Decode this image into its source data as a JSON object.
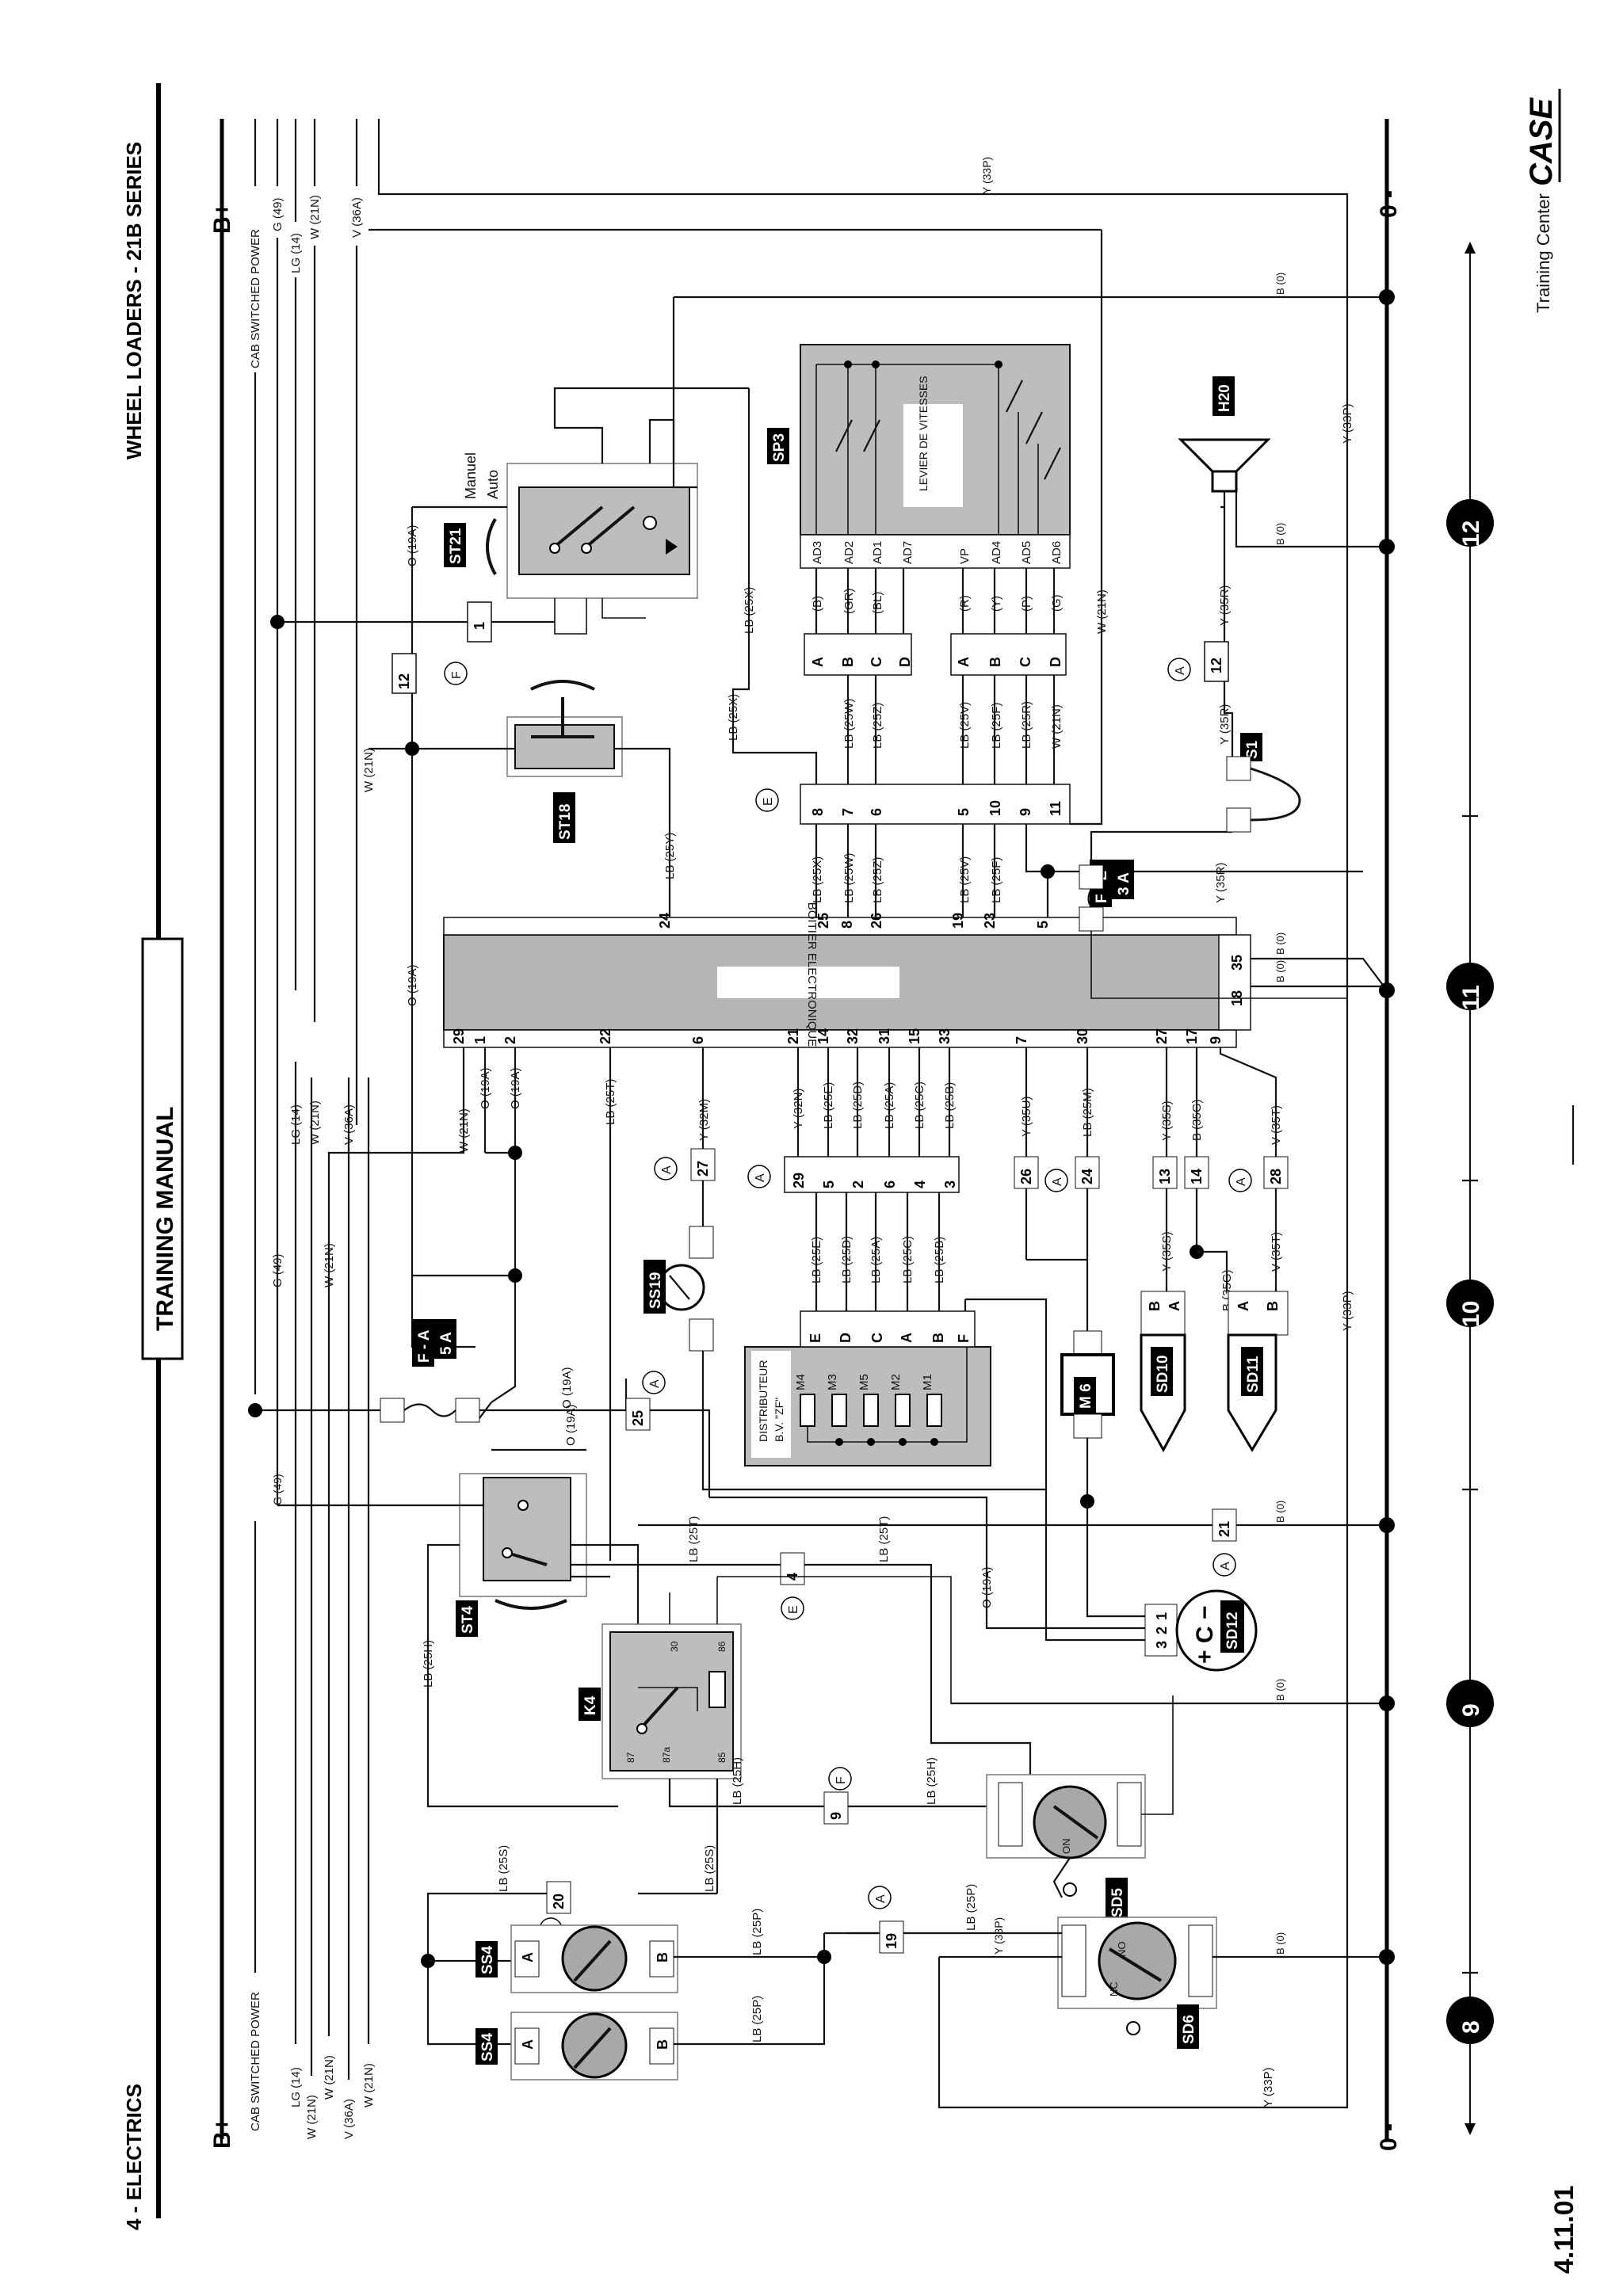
{
  "header": {
    "left": "4 - ELECTRICS",
    "center": "TRAINING MANUAL",
    "right": "WHEEL LOADERS - 21B SERIES"
  },
  "footer": {
    "page_number": "4.11.01",
    "brand_prefix": "Training Center",
    "brand": "CASE"
  },
  "rails": {
    "power": "B+",
    "ground": "0 -",
    "left_wires": [
      "CAB SWITCHED POWER",
      "LG (14)",
      "W (21N)",
      "W (21N)",
      "V (36A)",
      "W (21N)"
    ],
    "right_wires": [
      "CAB SWITCHED POWER",
      "G (49)",
      "LG (14)",
      "W (21N)",
      "V (36A)"
    ],
    "top_wire": "Y (33P)"
  },
  "zones": [
    "8",
    "9",
    "10",
    "11",
    "12"
  ],
  "ecu": {
    "label": "BOITIER ELECTRONIQUE",
    "pins_top": [
      "24",
      "25",
      "8",
      "26",
      "19",
      "23",
      "5"
    ],
    "pins_bottom": [
      "29",
      "1",
      "2",
      "22",
      "6",
      "21",
      "14",
      "32",
      "31",
      "15",
      "33",
      "7",
      "30",
      "27",
      "17",
      "9"
    ],
    "pins_right": [
      "35",
      "18"
    ],
    "ground_labels": [
      "B (0)",
      "B (0)"
    ]
  },
  "components": {
    "sp3": {
      "tag": "SP3",
      "label": "LEVIER DE VITESSES",
      "pins": [
        "AD3",
        "AD2",
        "AD1",
        "AD7",
        "VP",
        "AD4",
        "AD5",
        "AD6"
      ],
      "wires": [
        "(B)",
        "(GR)",
        "(BL)",
        "(R)",
        "(Y)",
        "(P)",
        "(G)"
      ]
    },
    "st21": {
      "tag": "ST21",
      "manuel": "Manuel",
      "auto": "Auto"
    },
    "st18": {
      "tag": "ST18"
    },
    "h20": {
      "tag": "H20"
    },
    "s1": {
      "tag": "S1"
    },
    "fuse_e": {
      "tag": "F - E",
      "amp": "3 A"
    },
    "fuse_a": {
      "tag": "F - A",
      "amp": "5 A"
    },
    "ss19": {
      "tag": "SS19"
    },
    "distributor": {
      "label": "DISTRIBUTEUR",
      "sub": "B.V. \"ZF\"",
      "coils": [
        "M4",
        "M3",
        "M5",
        "M2",
        "M1"
      ],
      "pins": [
        "E",
        "D",
        "C",
        "A",
        "B",
        "F"
      ]
    },
    "m6": {
      "tag": "M 6"
    },
    "sd10": {
      "tag": "SD10"
    },
    "sd11": {
      "tag": "SD11"
    },
    "st4": {
      "tag": "ST4"
    },
    "k4": {
      "tag": "K4",
      "pins": [
        "87",
        "87a",
        "30",
        "86",
        "85"
      ]
    },
    "sd12": {
      "tag": "SD12",
      "sign": "+ C −"
    },
    "sd5": {
      "tag": "SD5",
      "on": "ON"
    },
    "sd6": {
      "tag": "SD6",
      "no": "NO",
      "nc": "NC"
    },
    "ss4a": {
      "tag": "SS4"
    },
    "ss4b": {
      "tag": "SS4"
    }
  },
  "connector_letters": [
    "A",
    "E",
    "F"
  ],
  "wires": {
    "o19a": "O (19A)",
    "w21n": "W (21N)",
    "lb25y": "LB (25Y)",
    "lb25x": "LB (25X)",
    "lb25w": "LB (25W)",
    "lb25z": "LB (25Z)",
    "lb25v": "LB (25V)",
    "lb25f": "LB (25F)",
    "lb25r": "LB (25R)",
    "y35r": "Y (35R)",
    "y33p": "Y (33P)",
    "b0": "B (0)",
    "g49": "G (49)",
    "lb25t": "LB (25T)",
    "y32m": "Y (32M)",
    "y32n": "Y (32N)",
    "lb25e": "LB (25E)",
    "lb25d": "LB (25D)",
    "lb25a": "LB (25A)",
    "lb25c": "LB (25C)",
    "lb25b": "LB (25B)",
    "y35u": "Y (35U)",
    "lb25m": "LB (25M)",
    "y35s": "Y (35S)",
    "b35g": "B (35G)",
    "v35t": "V (35T)",
    "lb25h": "LB (25H)",
    "lb25s": "LB (25S)",
    "lb25p": "LB (25P)",
    "lg14": "LG (14)",
    "v36a": "V (36A)"
  },
  "connector_numbers": {
    "c12": "12",
    "c1": "1",
    "c27": "27",
    "c29": "29",
    "c5": "5",
    "c2": "2",
    "c6": "6",
    "c4": "4",
    "c3": "3",
    "c26": "26",
    "c24": "24",
    "c13": "13",
    "c14": "14",
    "c28": "28",
    "c25": "25",
    "c21": "21",
    "c4b": "4",
    "c9": "9",
    "c20": "20",
    "c19": "19",
    "c12b": "12",
    "sp_in": [
      "8",
      "7",
      "6",
      "5",
      "10",
      "9",
      "11"
    ]
  }
}
